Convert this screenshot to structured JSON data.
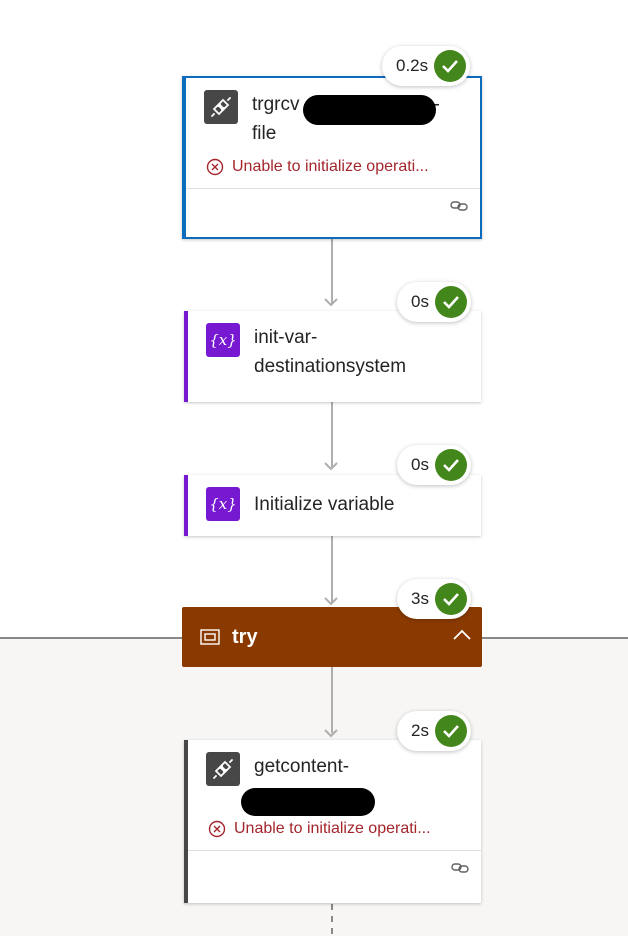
{
  "flow": {
    "trigger": {
      "title": "trgrcv",
      "title_tail": "-\nfile",
      "error": "Unable to initialize operati...",
      "duration": "0.2s"
    },
    "init_var_dest": {
      "title": "init-var-\ndestinationsystem",
      "duration": "0s"
    },
    "init_var": {
      "title": "Initialize variable",
      "duration": "0s"
    },
    "scope": {
      "title": "try",
      "duration": "3s"
    },
    "getcontent": {
      "title": "getcontent-",
      "error": "Unable to initialize operati...",
      "duration": "2s"
    }
  },
  "icons": {
    "connector": "plug-icon",
    "variable": "variable-icon",
    "scope": "scope-icon",
    "success": "check-icon",
    "error": "error-circle-icon",
    "link": "link-icon",
    "collapse": "chevron-up-icon"
  },
  "colors": {
    "selected_border": "#0f6cbd",
    "variable_accent": "#7719d1",
    "scope_bg": "#8a3a00",
    "success": "#43861b",
    "error_text": "#a4262c"
  },
  "variable_glyph": "{x}"
}
